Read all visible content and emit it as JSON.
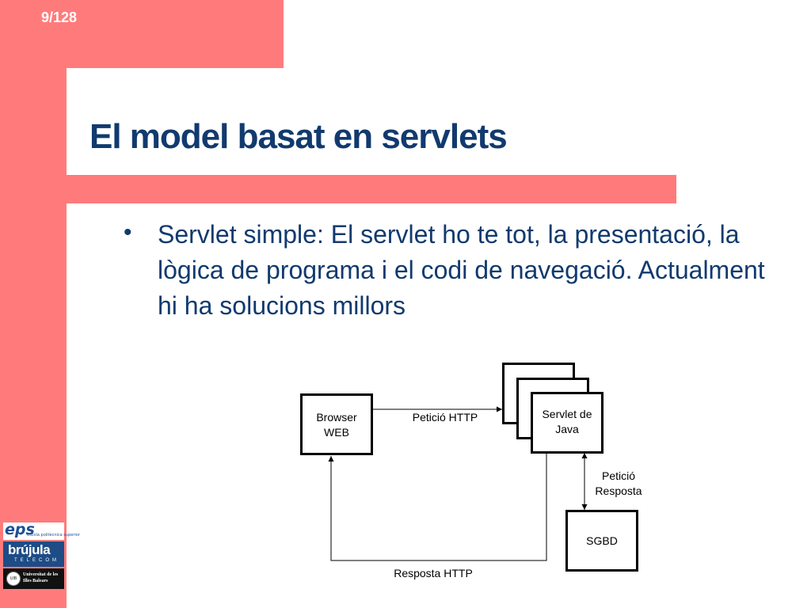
{
  "slide": {
    "page_number": "9/128",
    "title": "El model basat en servlets",
    "bullet": "Servlet simple: El servlet ho te tot, la presentació, la lògica de programa i el codi de navegació. Actualment hi ha solucions millors"
  },
  "diagram": {
    "browser_line1": "Browser",
    "browser_line2": "WEB",
    "servlet_line1": "Servlet de",
    "servlet_line2": "Java",
    "db": "SGBD",
    "request_label": "Petició HTTP",
    "response_label": "Resposta HTTP",
    "db_label_line1": "Petició",
    "db_label_line2": "Resposta"
  },
  "logos": {
    "eps": "eps",
    "eps_sub": "escola politècnica superior",
    "brujula": "brújula",
    "brujula_sub": "TELECOM",
    "uib_seal": "UIB",
    "uib_line1": "Universitat de les",
    "uib_line2": "Illes Balears"
  },
  "colors": {
    "frame": "#ff7b7b",
    "title": "#113a6e"
  }
}
